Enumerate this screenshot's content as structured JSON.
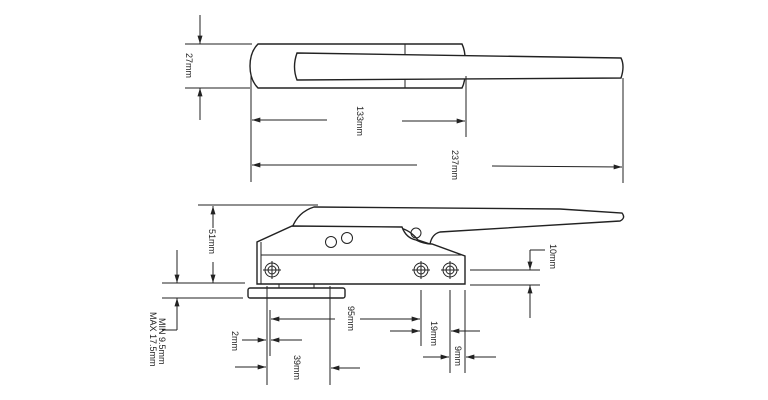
{
  "drawing": {
    "top_view": {
      "height_label": "27mm",
      "body_length_label": "133mm",
      "overall_length_label": "237mm"
    },
    "side_view": {
      "height_label": "51mm",
      "spacer_range_label_min": "MIN 9.5mm",
      "spacer_range_label_max": "MAX 17.5mm",
      "hole_offset_label": "10mm",
      "hole_spacing_label": "95mm",
      "hole_pitch_label": "19mm",
      "base_edge_label": "2mm",
      "base_width_label": "39mm",
      "end_offset_label": "9mm"
    }
  }
}
